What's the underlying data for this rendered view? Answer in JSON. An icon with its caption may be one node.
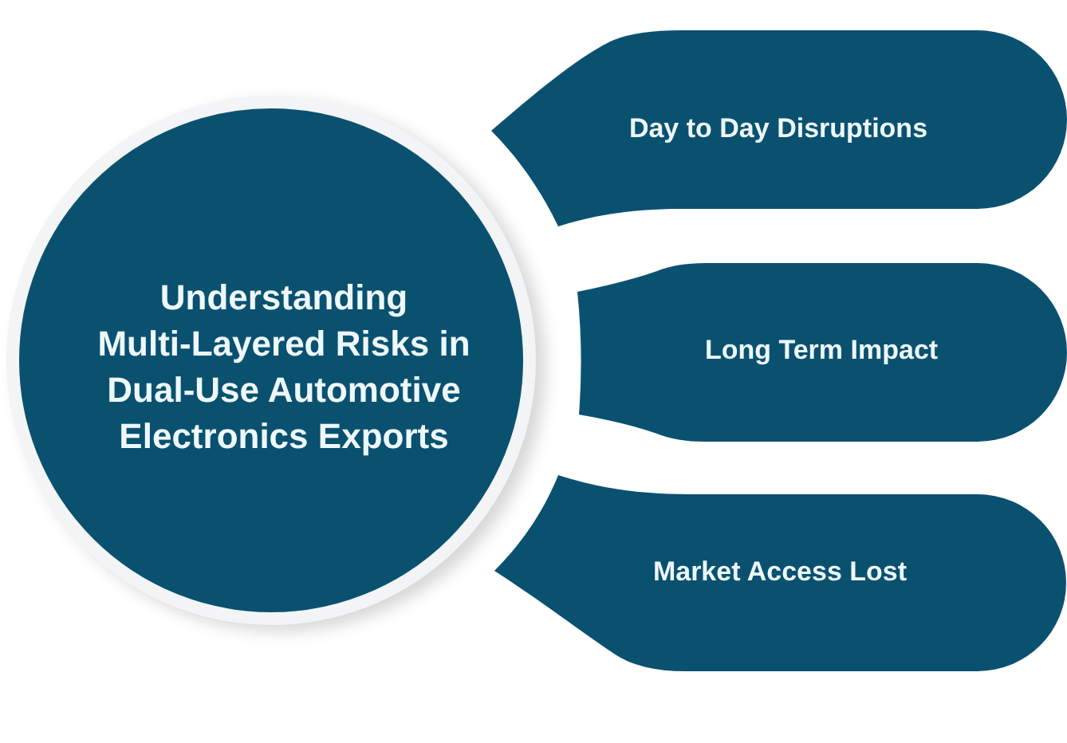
{
  "diagram": {
    "nodes": [
      {
        "text": [
          "Understanding Multi-Layered Risks in Dual-Use Automotive Electronics Exports"
        ]
      },
      {
        "text": [
          "Day to Day Disruptions"
        ]
      },
      {
        "text": [
          "Long Term Impact"
        ]
      },
      {
        "text": [
          "Market Access Lost"
        ]
      }
    ]
  }
}
